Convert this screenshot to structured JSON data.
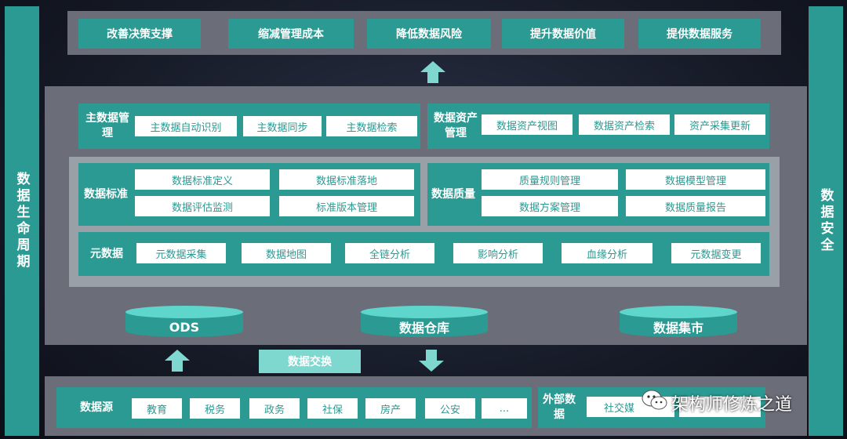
{
  "left_panel": "数据生命周期",
  "right_panel": "数据安全",
  "goals": [
    "改善决策支撑",
    "缩减管理成本",
    "降低数据风险",
    "提升数据价值",
    "提供数据服务"
  ],
  "master_data": {
    "label": "主数据管理",
    "items": [
      "主数据自动识别",
      "主数据同步",
      "主数据检索"
    ]
  },
  "asset_mgmt": {
    "label": "数据资产管理",
    "items": [
      "数据资产视图",
      "数据资产检索",
      "资产采集更新"
    ]
  },
  "standards": {
    "label": "数据标准",
    "items": [
      "数据标准定义",
      "数据标准落地",
      "数据评估监测",
      "标准版本管理"
    ]
  },
  "quality": {
    "label": "数据质量",
    "items": [
      "质量规则管理",
      "数据模型管理",
      "数据方案管理",
      "数据质量报告"
    ]
  },
  "metadata": {
    "label": "元数据",
    "items": [
      "元数据采集",
      "数据地图",
      "全链分析",
      "影响分析",
      "血缘分析",
      "元数据变更"
    ]
  },
  "storage": [
    "ODS",
    "数据仓库",
    "数据集市"
  ],
  "exchange": "数据交换",
  "sources": {
    "label": "数据源",
    "items": [
      "教育",
      "税务",
      "政务",
      "社保",
      "房产",
      "公安",
      "..."
    ]
  },
  "external": {
    "label": "外部数据",
    "items": [
      "社交媒"
    ]
  },
  "watermark": "架构师修炼之道",
  "colors": {
    "teal": "#2a9a92",
    "gray": "#6b6e78",
    "light_teal": "#7fd8d0"
  }
}
